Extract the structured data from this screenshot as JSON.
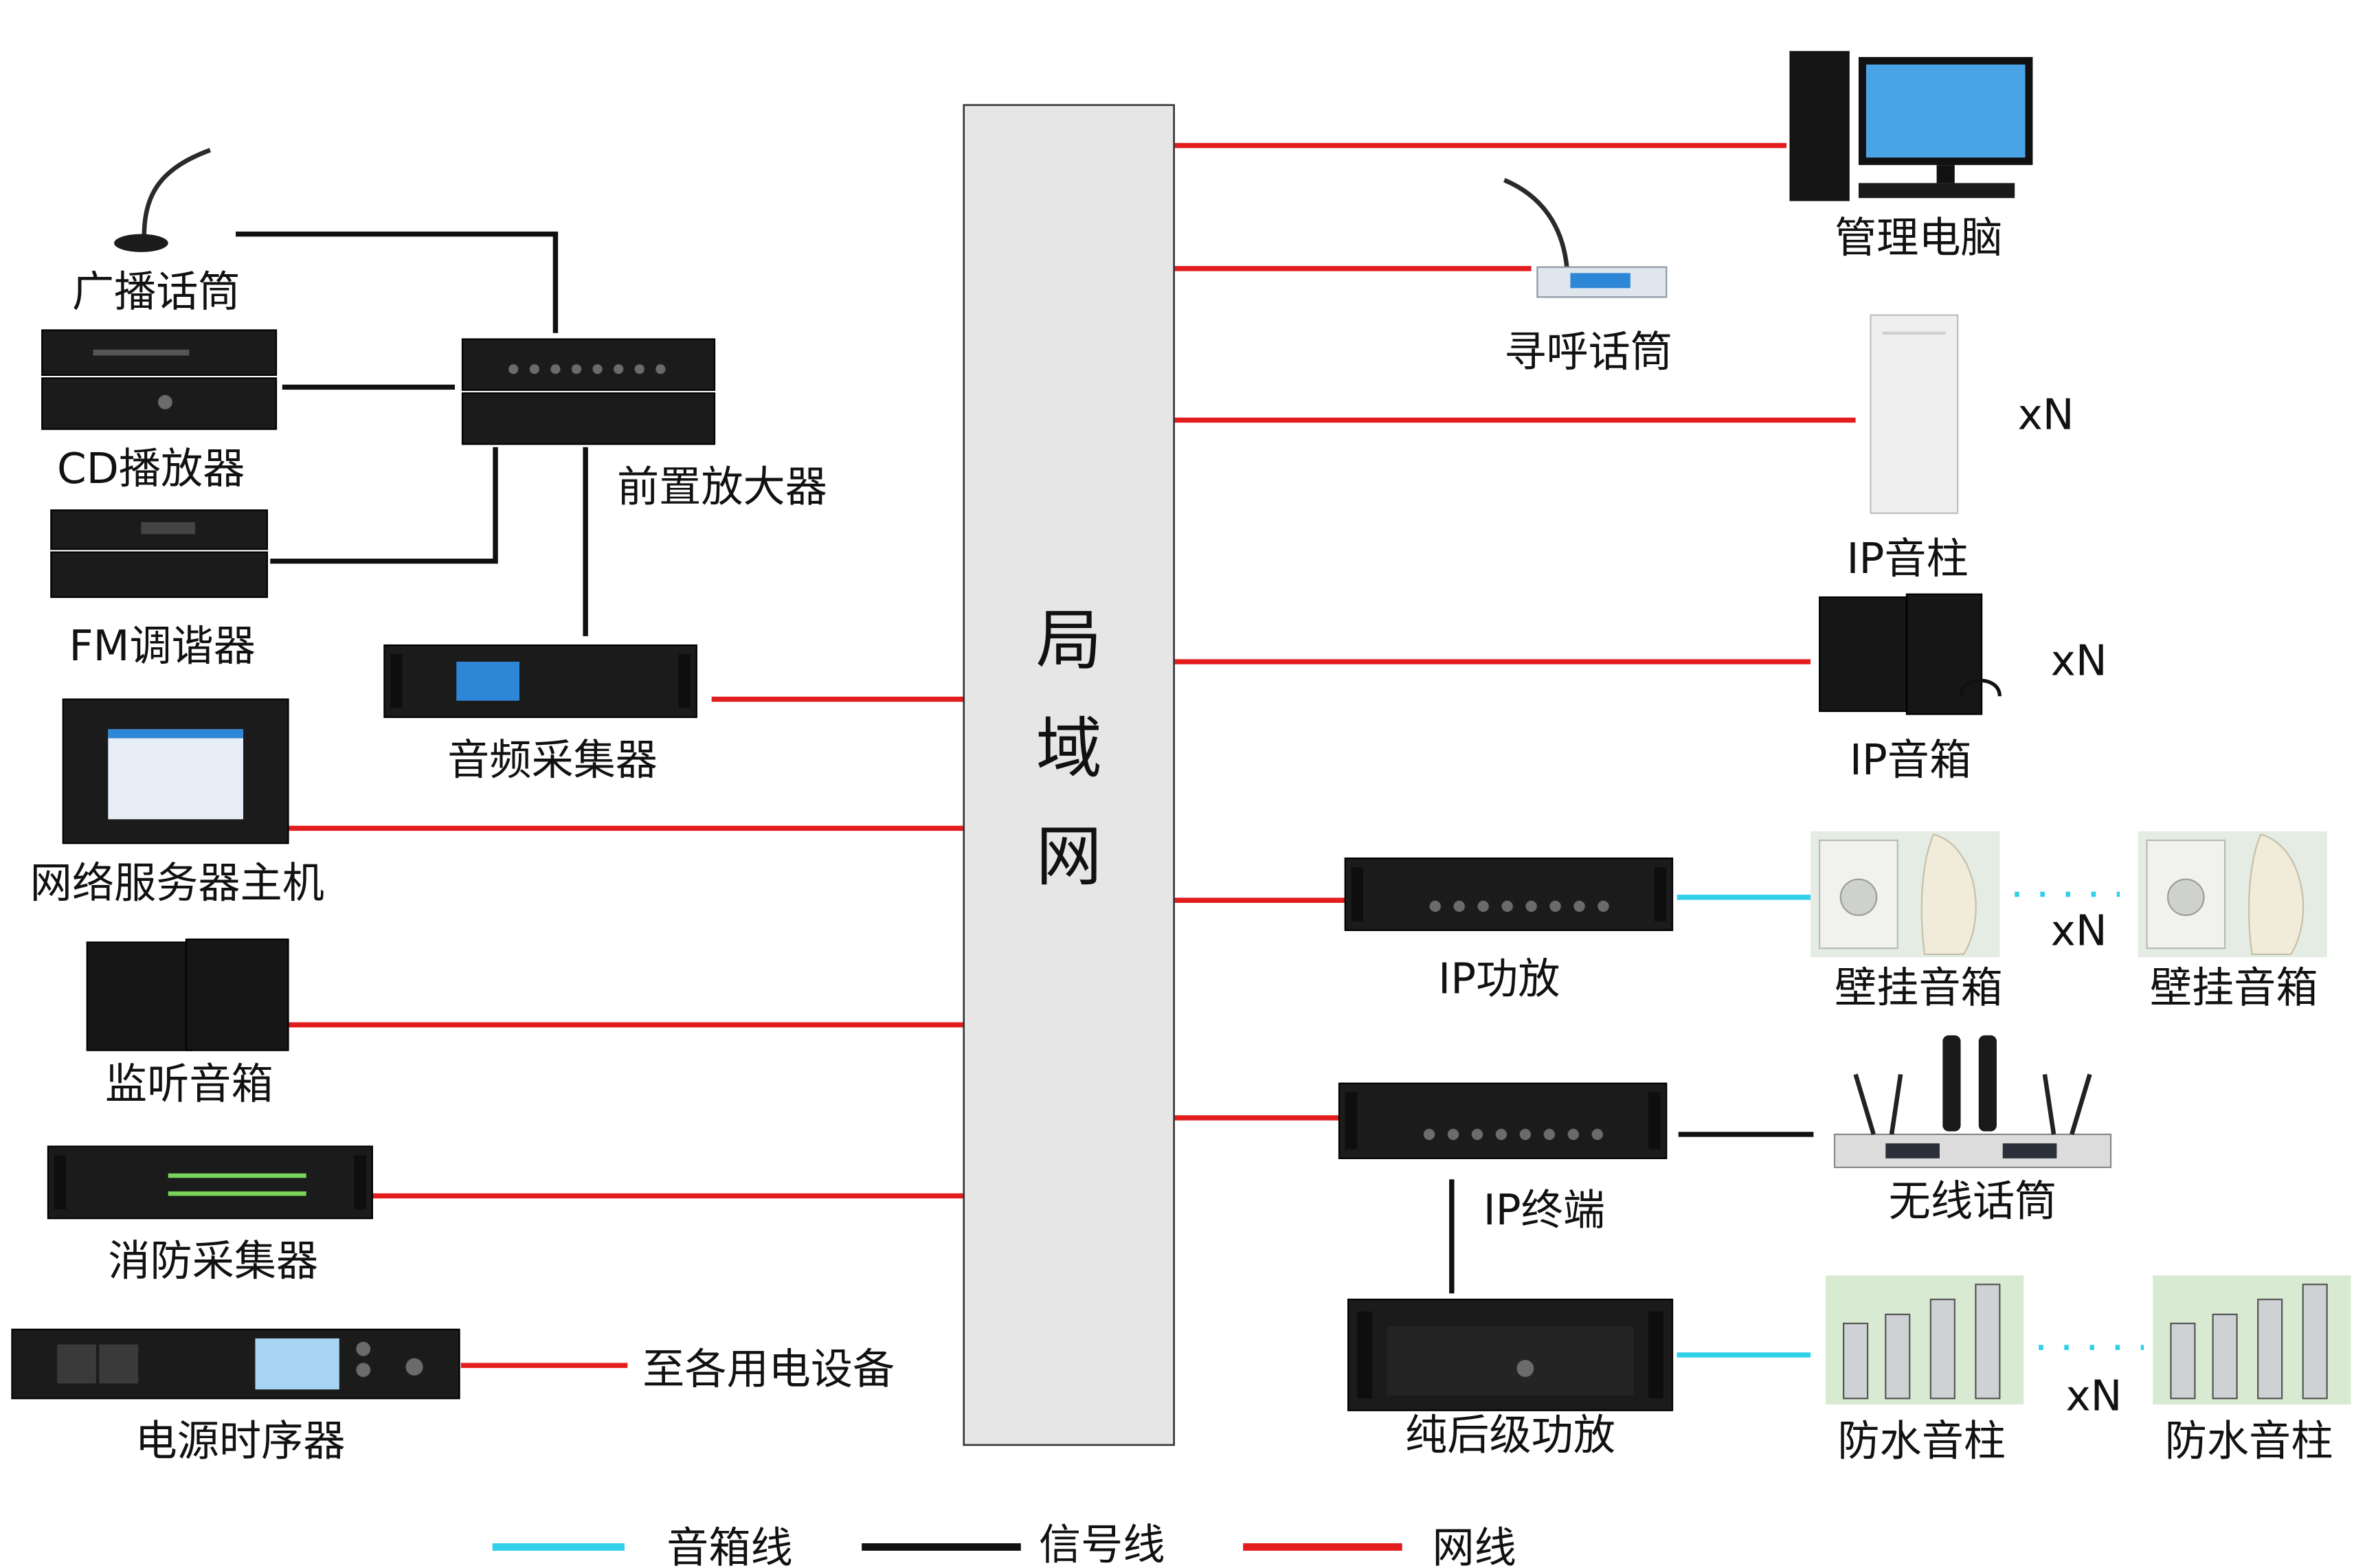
{
  "hub": {
    "label_1": "局",
    "label_2": "域",
    "label_3": "网"
  },
  "left": {
    "broadcast_mic": "广播话筒",
    "cd_player": "CD播放器",
    "fm_tuner": "FM调谐器",
    "pre_amp": "前置放大器",
    "audio_collector": "音频采集器",
    "server_host": "网络服务器主机",
    "monitor_speaker": "监听音箱",
    "fire_collector": "消防采集器",
    "power_sequencer": "电源时序器",
    "to_devices": "至各用电设备"
  },
  "right": {
    "mgmt_pc": "管理电脑",
    "paging_mic": "寻呼话筒",
    "ip_column": "IP音柱",
    "ip_column_count": "xN",
    "ip_speaker": "IP音箱",
    "ip_speaker_count": "xN",
    "ip_amp": "IP功放",
    "wall_speaker_1": "壁挂音箱",
    "wall_speaker_count": "xN",
    "wall_speaker_2": "壁挂音箱",
    "ip_terminal": "IP终端",
    "wireless_mic": "无线话筒",
    "power_amp": "纯后级功放",
    "waterproof_column_1": "防水音柱",
    "waterproof_count": "xN",
    "waterproof_column_2": "防水音柱"
  },
  "legend": {
    "speaker_line": "音箱线",
    "signal_line": "信号线",
    "network_line": "网线"
  },
  "colors": {
    "network": "#e31d1d",
    "signal": "#111111",
    "speaker": "#2fd0e8",
    "hub_fill": "#e6e6e6"
  }
}
